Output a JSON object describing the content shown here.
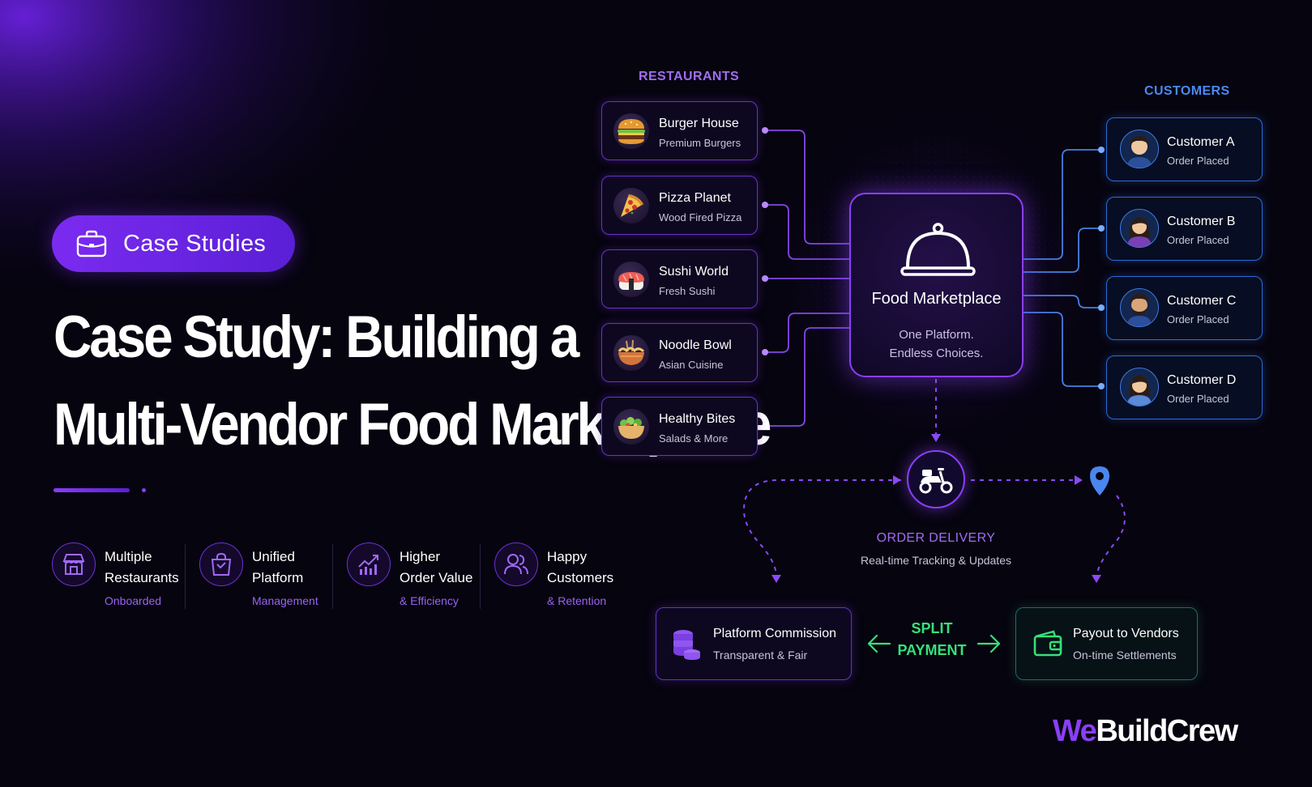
{
  "badge": {
    "label": "Case Studies",
    "icon": "briefcase-icon"
  },
  "headline": {
    "line1": "Case Study: Building a",
    "line2": "Multi-Vendor Food Marketplace"
  },
  "features": [
    {
      "icon": "storefront-icon",
      "line1": "Multiple",
      "line2": "Restaurants",
      "sub": "Onboarded"
    },
    {
      "icon": "shopping-bag-icon",
      "line1": "Unified",
      "line2": "Platform",
      "sub": "Management"
    },
    {
      "icon": "growth-chart-icon",
      "line1": "Higher",
      "line2": "Order Value",
      "sub": "& Efficiency"
    },
    {
      "icon": "users-icon",
      "line1": "Happy",
      "line2": "Customers",
      "sub": "& Retention"
    }
  ],
  "restaurants": {
    "label": "RESTAURANTS",
    "items": [
      {
        "name": "Burger House",
        "sub": "Premium Burgers",
        "icon": "burger-icon"
      },
      {
        "name": "Pizza Planet",
        "sub": "Wood Fired Pizza",
        "icon": "pizza-icon"
      },
      {
        "name": "Sushi World",
        "sub": "Fresh Sushi",
        "icon": "sushi-icon"
      },
      {
        "name": "Noodle Bowl",
        "sub": "Asian Cuisine",
        "icon": "noodle-icon"
      },
      {
        "name": "Healthy Bites",
        "sub": "Salads & More",
        "icon": "salad-icon"
      }
    ]
  },
  "customers": {
    "label": "CUSTOMERS",
    "items": [
      {
        "name": "Customer A",
        "sub": "Order Placed",
        "icon": "avatar-icon"
      },
      {
        "name": "Customer B",
        "sub": "Order Placed",
        "icon": "avatar-icon"
      },
      {
        "name": "Customer C",
        "sub": "Order Placed",
        "icon": "avatar-icon"
      },
      {
        "name": "Customer D",
        "sub": "Order Placed",
        "icon": "avatar-icon"
      }
    ]
  },
  "hub": {
    "title": "Food Marketplace",
    "sub1": "One Platform.",
    "sub2": "Endless Choices.",
    "icon": "cloche-icon"
  },
  "delivery": {
    "title": "ORDER DELIVERY",
    "sub": "Real-time Tracking & Updates",
    "icon": "scooter-icon",
    "pin_icon": "location-pin-icon"
  },
  "commission": {
    "title": "Platform Commission",
    "sub": "Transparent & Fair",
    "icon": "coins-icon"
  },
  "split": {
    "line1": "SPLIT",
    "line2": "PAYMENT"
  },
  "payout": {
    "title": "Payout to Vendors",
    "sub": "On-time Settlements",
    "icon": "wallet-icon"
  },
  "brand": {
    "part1": "We",
    "part2": "BuildCrew"
  },
  "colors": {
    "accent": "#8a3ff5",
    "customer": "#3e7ae6",
    "split": "#37e07a",
    "background": "#06040f"
  }
}
